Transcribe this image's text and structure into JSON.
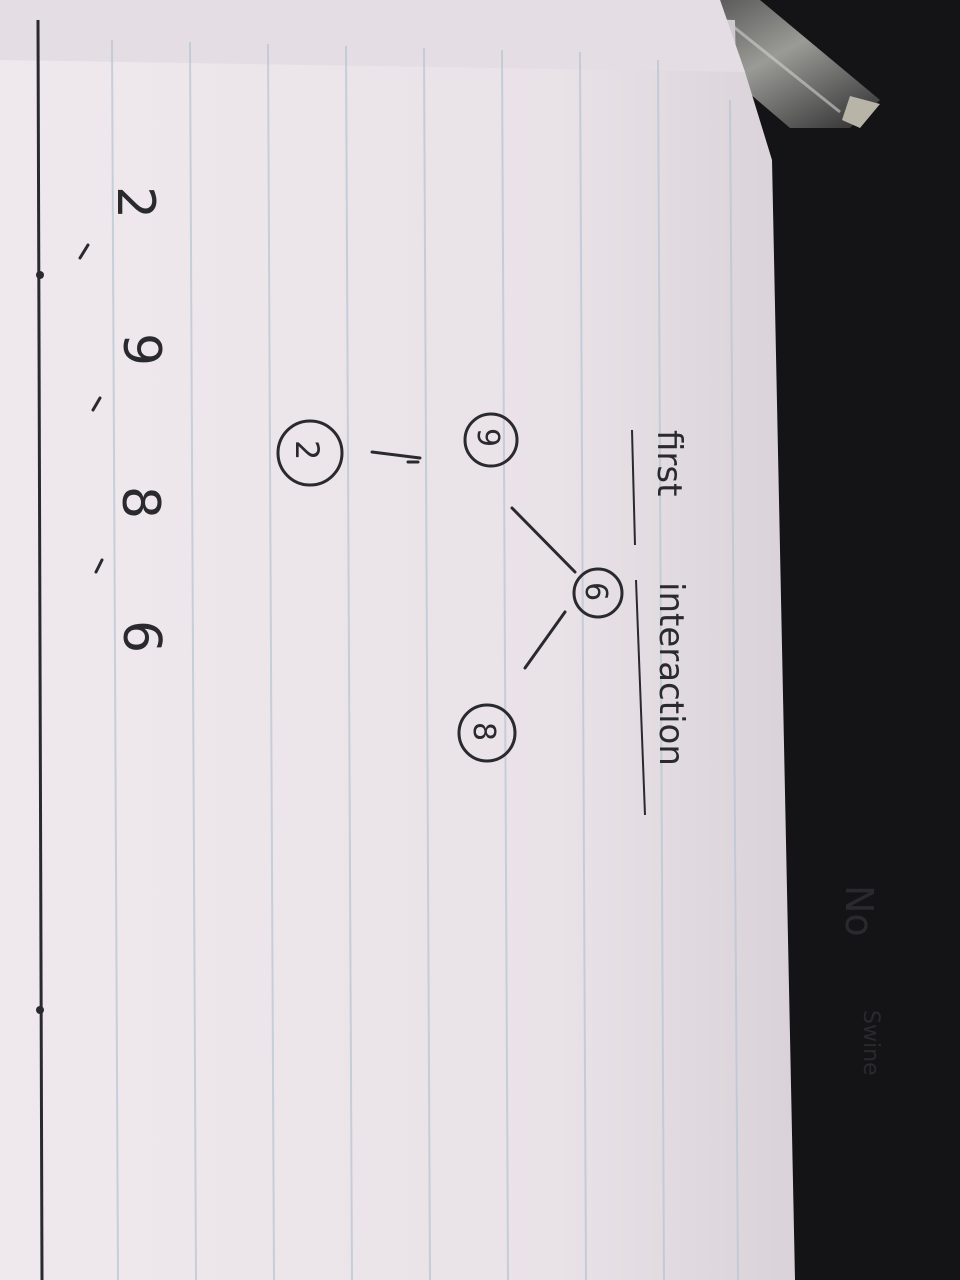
{
  "notebook": {
    "heading": {
      "first": "first",
      "second": "interaction"
    },
    "tree": {
      "root": "6",
      "left_child": "9",
      "right_child": "8",
      "left_grandchild": "2"
    },
    "sequence": [
      "2",
      "9",
      "8",
      "6"
    ],
    "side_note": {
      "word1": "No",
      "word2": "Swine"
    }
  },
  "colors": {
    "paper": "#ece6ea",
    "rule_line": "#b9c6d4",
    "ink": "#2a2a2e",
    "background": "#141416"
  }
}
